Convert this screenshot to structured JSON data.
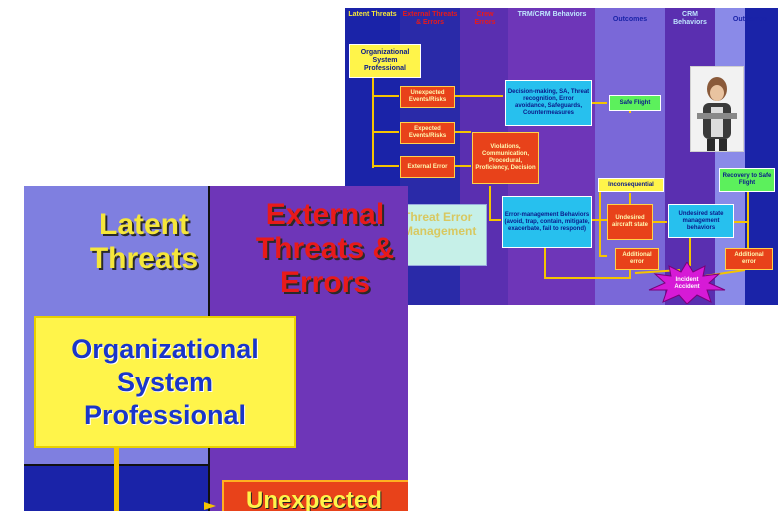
{
  "big": {
    "columns": {
      "latent": "Latent Threats",
      "external": "External Threats & Errors",
      "crew": "Crew Errors",
      "trm": "TRM/CRM Behaviors",
      "outcomes1": "Outcomes",
      "crm": "CRM Behaviors",
      "outcomes2": "Outcomes"
    },
    "boxes": {
      "org": "Organizational System Professional",
      "unexpected": "Unexpected Events/Risks",
      "expected": "Expected Events/Risks",
      "external_error": "External Error",
      "decision": "Decision-making, SA, Threat recognition, Error avoidance, Safeguards, Countermeasures",
      "safe_flight": "Safe Flight",
      "violations": "Violations, Communication, Procedural, Proficiency, Decision",
      "error_mgmt": "Error-management Behaviors (avoid, trap, contain, mitigate, exacerbate, fail to respond)",
      "inconsequential": "Inconsequential",
      "undesired_state": "Undesired aircraft state",
      "undesired_mgmt": "Undesired state management behaviors",
      "recovery": "Recovery to Safe Flight",
      "additional_error_1": "Additional error",
      "additional_error_2": "Additional error",
      "incident": "Incident Accident",
      "threat_overlay": "Threat Error Management"
    }
  },
  "zoom": {
    "latent": "Latent Threats",
    "external": "External Threats & Errors",
    "org": "Organizational System Professional",
    "unexpected": "Unexpected"
  },
  "colors": {
    "navy": "#1a23a8",
    "purple": "#6e36b8",
    "lavender": "#7f7fe0",
    "red_text": "#e81a1a",
    "yellow_text": "#f5e63a"
  }
}
